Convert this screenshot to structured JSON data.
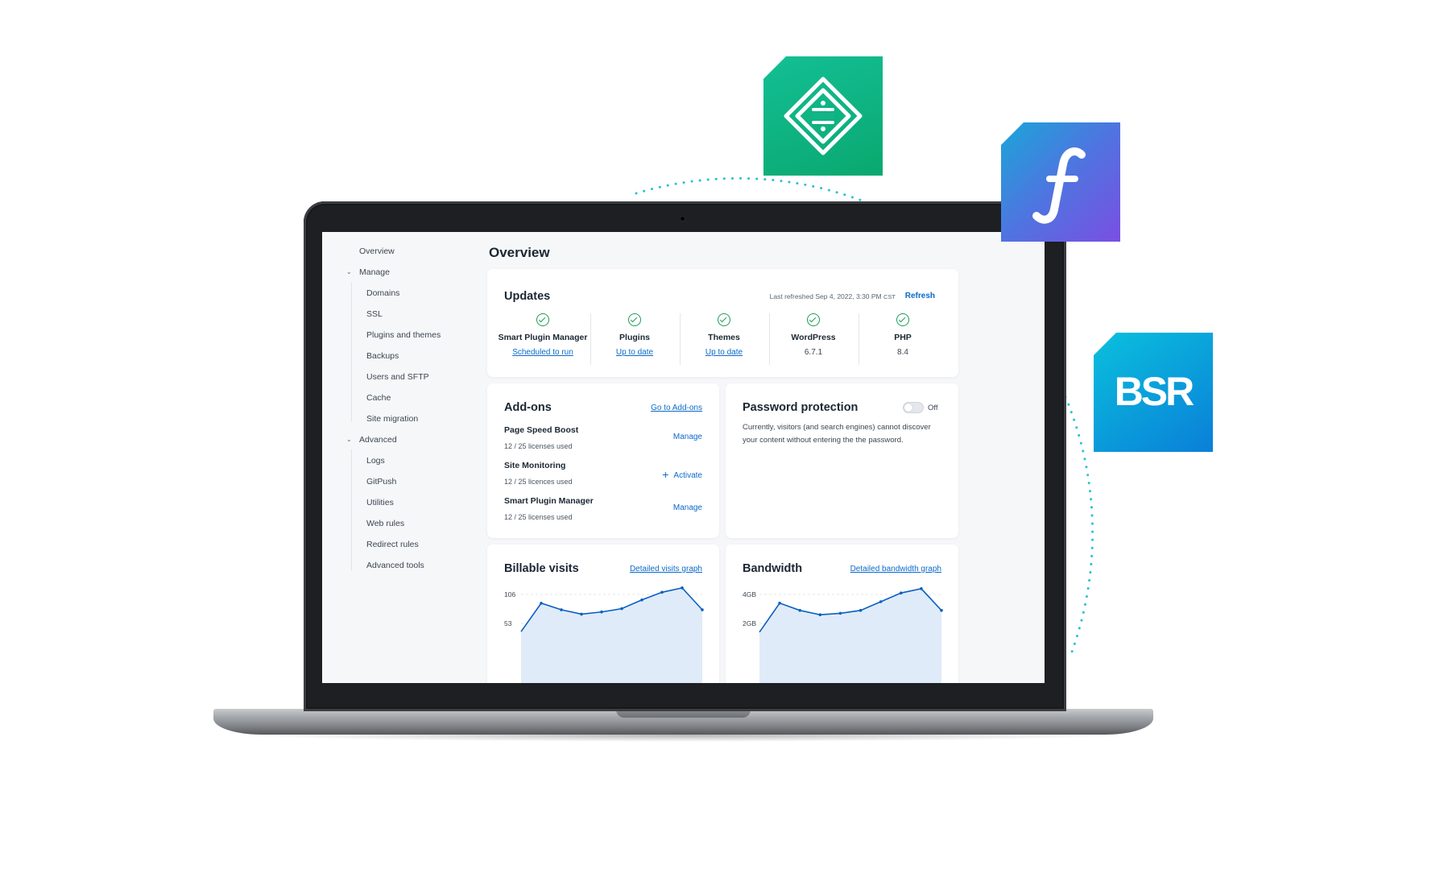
{
  "sidebar": {
    "overview": "Overview",
    "manage": "Manage",
    "manage_items": [
      "Domains",
      "SSL",
      "Plugins and themes",
      "Backups",
      "Users and SFTP",
      "Cache",
      "Site migration"
    ],
    "advanced": "Advanced",
    "advanced_items": [
      "Logs",
      "GitPush",
      "Utilities",
      "Web rules",
      "Redirect rules",
      "Advanced tools"
    ]
  },
  "page_title": "Overview",
  "updates": {
    "title": "Updates",
    "last_refreshed_label": "Last refreshed",
    "last_refreshed_value": "Sep 4, 2022, 3:30 PM",
    "timezone": "CST",
    "refresh": "Refresh",
    "items": [
      {
        "name": "Smart Plugin Manager",
        "status": "Scheduled to run",
        "is_link": true
      },
      {
        "name": "Plugins",
        "status": "Up to date",
        "is_link": true
      },
      {
        "name": "Themes",
        "status": "Up to date",
        "is_link": true
      },
      {
        "name": "WordPress",
        "status": "6.7.1",
        "is_link": false
      },
      {
        "name": "PHP",
        "status": "8.4",
        "is_link": false
      }
    ]
  },
  "addons": {
    "title": "Add-ons",
    "link": "Go to Add-ons",
    "items": [
      {
        "name": "Page Speed Boost",
        "meta": "12 / 25 licenses used",
        "action": "Manage"
      },
      {
        "name": "Site Monitoring",
        "meta": "12 / 25 licences used",
        "action": "Activate"
      },
      {
        "name": "Smart Plugin Manager",
        "meta": "12 / 25 licenses used",
        "action": "Manage"
      }
    ]
  },
  "password": {
    "title": "Password protection",
    "toggle_label": "Off",
    "description": "Currently, visitors (and search engines) cannot discover your content without entering the the password."
  },
  "billable": {
    "title": "Billable visits",
    "link": "Detailed visits graph"
  },
  "bandwidth": {
    "title": "Bandwidth",
    "link": "Detailed bandwidth graph"
  },
  "icons": {
    "tile1": "local-logo-icon",
    "tile2": "function-f-icon",
    "tile3": "bsr-logo-icon",
    "tile3_text": "BSR"
  },
  "colors": {
    "accent": "#0b6ac9",
    "success": "#1f9d57",
    "orbit": "#2bbfd6",
    "tile1": "#0fb583",
    "tile2_from": "#1a9fd8",
    "tile2_to": "#7a4fe2",
    "tile3_from": "#09b6d9",
    "tile3_to": "#0a6fd6"
  },
  "chart_data": [
    {
      "type": "area",
      "title": "Billable visits",
      "x": [
        1,
        2,
        3,
        4,
        5,
        6,
        7,
        8,
        9,
        10
      ],
      "values": [
        38,
        90,
        78,
        70,
        74,
        80,
        96,
        110,
        118,
        78
      ],
      "yticks": [
        "106",
        "53"
      ],
      "ylim": [
        53,
        106
      ]
    },
    {
      "type": "area",
      "title": "Bandwidth",
      "x": [
        1,
        2,
        3,
        4,
        5,
        6,
        7,
        8,
        9,
        10
      ],
      "values": [
        1.4,
        3.4,
        2.9,
        2.6,
        2.7,
        2.9,
        3.5,
        4.1,
        4.4,
        2.9
      ],
      "yticks": [
        "4GB",
        "2GB"
      ],
      "ylim": [
        2,
        4
      ]
    }
  ]
}
